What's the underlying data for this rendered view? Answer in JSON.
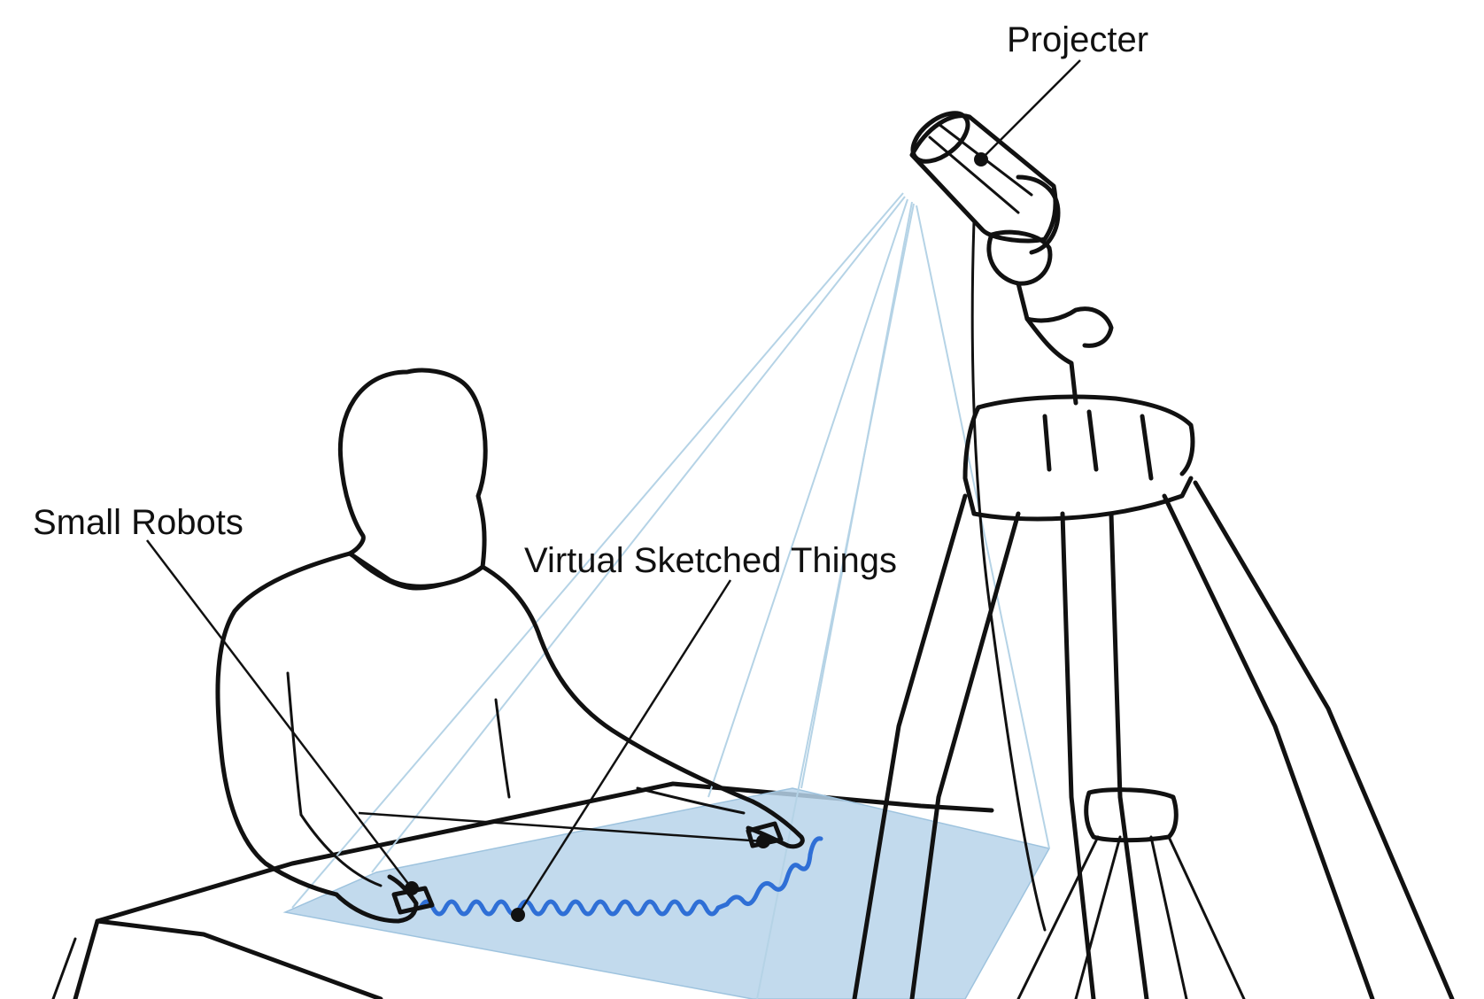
{
  "labels": {
    "projector": "Projecter",
    "robots": "Small Robots",
    "sketched": "Virtual Sketched Things"
  },
  "colors": {
    "ink": "#111111",
    "beam": "#b5d3e6",
    "projection_area": "#b7d4ea",
    "sketch_line": "#2f6fd6"
  }
}
